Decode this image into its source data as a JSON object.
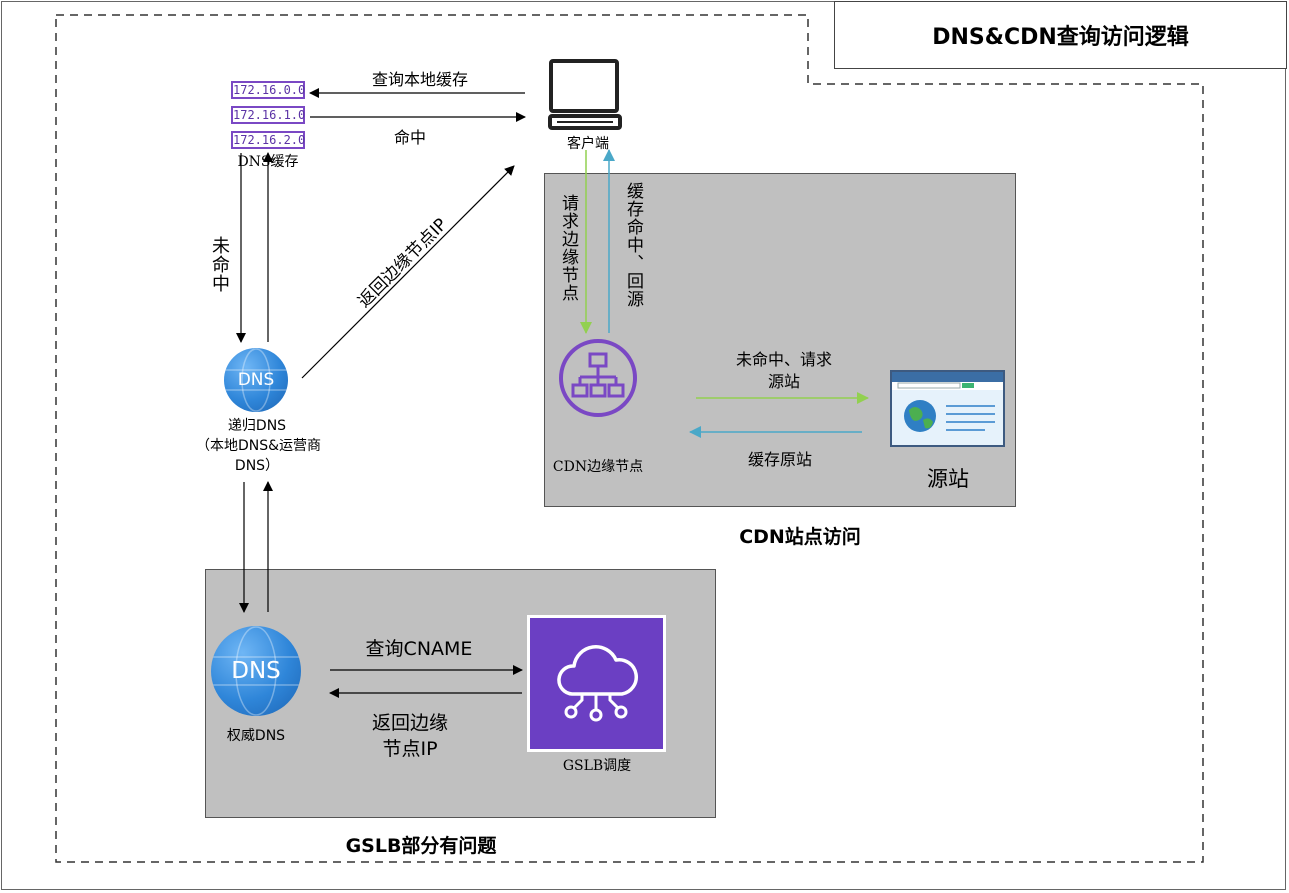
{
  "title": "DNS&CDN查询访问逻辑",
  "dns_cache": {
    "ips": [
      "172.16.0.0",
      "172.16.1.0",
      "172.16.2.0"
    ],
    "label": "DNS缓存"
  },
  "client": {
    "label": "客户端"
  },
  "recursive_dns": {
    "icon_text": "DNS",
    "label_line1": "递归DNS",
    "label_line2": "（本地DNS&运营商",
    "label_line3": "DNS）"
  },
  "authoritative_dns": {
    "icon_text": "DNS",
    "label": "权威DNS"
  },
  "cdn_node": {
    "label": "CDN边缘节点"
  },
  "origin": {
    "label": "源站"
  },
  "gslb": {
    "label": "GSLB调度"
  },
  "sections": {
    "cdn": "CDN站点访问",
    "gslb": "GSLB部分有问题"
  },
  "edges": {
    "query_local_cache": "查询本地缓存",
    "hit": "命中",
    "miss": "未命中",
    "return_edge_ip_diag": "返回边缘节点IP",
    "request_edge_node": "请求边缘节点",
    "cache_hit_back": "缓存命中、回源",
    "miss_request_origin_1": "未命中、请求",
    "miss_request_origin_2": "源站",
    "cache_origin": "缓存原站",
    "query_cname": "查询CNAME",
    "return_edge_ip_1": "返回边缘",
    "return_edge_ip_2": "节点IP"
  },
  "colors": {
    "green_arrow": "#92d050",
    "blue_arrow": "#4aa8c8",
    "purple": "#7a48c4",
    "gslb_bg": "#6b3fc3",
    "panel_bg": "#c0c0c0"
  }
}
